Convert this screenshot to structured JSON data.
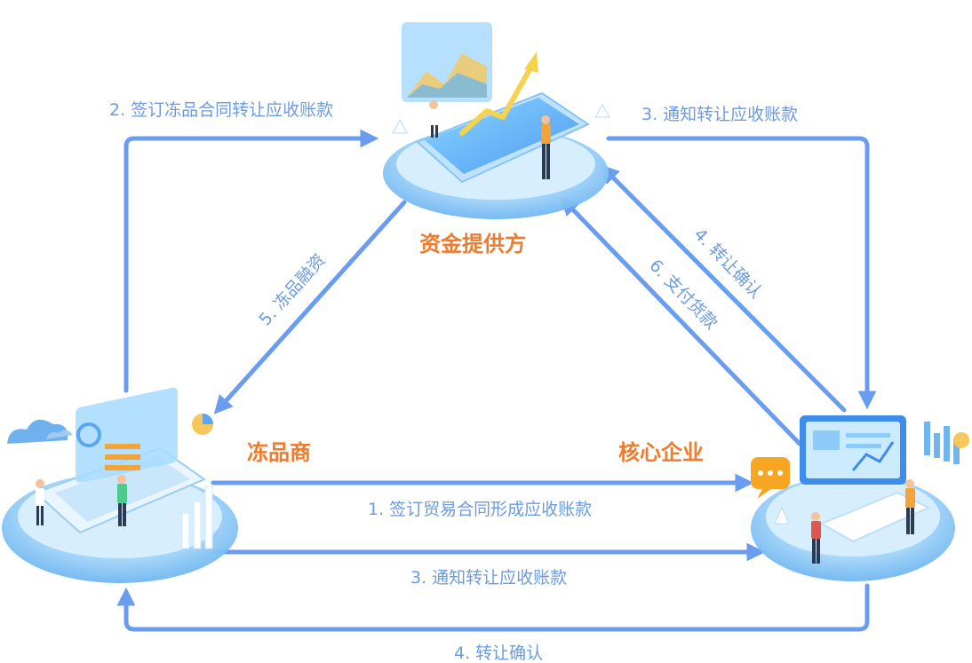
{
  "nodes": {
    "funding_provider": {
      "label": "资金提供方",
      "icon": "mobile-finance-platform-icon"
    },
    "frozen_merchant": {
      "label": "冻品商",
      "icon": "laptop-workstation-icon"
    },
    "core_enterprise": {
      "label": "核心企业",
      "icon": "desktop-enterprise-icon"
    }
  },
  "edges": {
    "sign_transfer_contract": "2. 签订冻品合同转让应收账款",
    "notify_transfer_right": "3. 通知转让应收账款",
    "frozen_financing": "5. 冻品融资",
    "transfer_confirm_right": "4. 转让确认",
    "pay_goods": "6. 支付货款",
    "sign_trade_contract": "1. 签订贸易合同形成应收账款",
    "notify_transfer_bottom": "3. 通知转让应收账款",
    "transfer_confirm_bottom": "4. 转让确认"
  },
  "colors": {
    "arrow": "#6A9CF0",
    "edge_text": "#6C9BE0",
    "node_text": "#F07B2C",
    "platform": "#8EC9F7"
  }
}
